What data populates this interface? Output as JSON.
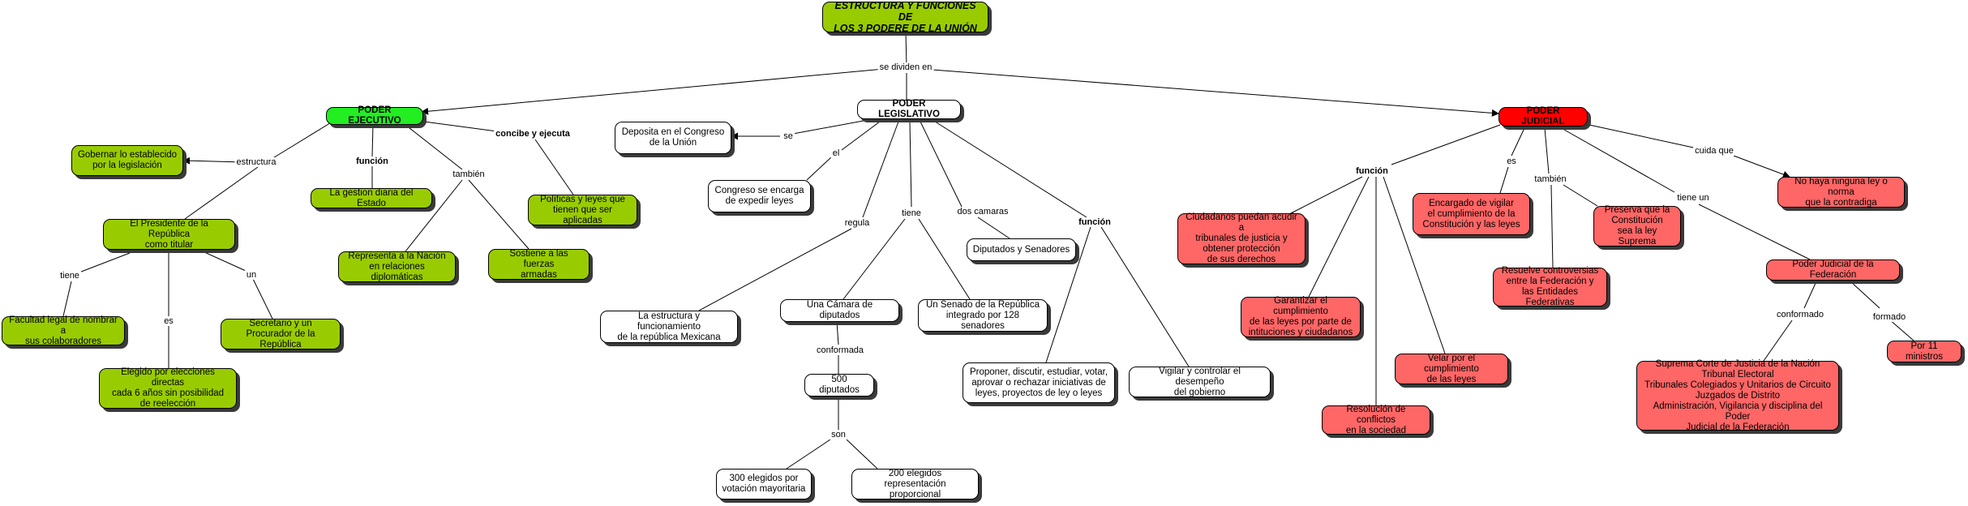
{
  "title": "ESTRUCTURA Y FUNCIONES DE\nLOS 3 PODERE DE LA UNIÓN",
  "colors": {
    "ejecutivo": "#99cc00",
    "ejecutivo_head": "#22ee22",
    "legislativo": "#ffffff",
    "judicial": "#ff6666",
    "judicial_head": "#ff0000"
  },
  "nodes": {
    "ejecutivo": "PODER EJECUTIVO",
    "legislativo": "PODER LEGISLATIVO",
    "judicial": "PODER JUDICIAL",
    "gobernar": "Gobernar lo establecido\npor la legislación",
    "gestion": "La gestion diaria del Estado",
    "presidente": "El Presidente de la República\ncomo titular",
    "politicas": "Políticas y leyes que\ntienen que ser aplicadas",
    "representa": "Representa a la Nación\nen relaciones diplomáticas",
    "sostiene": "Sostiene a las fuerzas\narmadas",
    "facultad": "Facultad legal de nombrar a\nsus colaboradores",
    "elegido": "Elegido por elecciones directas\ncada 6 años sin posibilidad\nde reelección",
    "secretario": "Secretario y un\nProcurador de la República",
    "deposita": "Deposita en el Congreso\nde la Unión",
    "congreso": "Congreso se encarga\nde expedir leyes",
    "diputados_senadores": "Diputados y Senadores",
    "estructura_rep": "La estructura y funcionamiento\nde la república Mexicana",
    "camara": "Una Cámara de diputados",
    "senado": "Un Senado de la República\nintegrado por 128 senadores",
    "quinientos": "500 diputados",
    "trescientos": "300 elegidos por\nvotación mayoritaria",
    "doscientos": "200 elegidos representación\nproporcional",
    "proponer": "Proponer, discutir, estudiar, votar,\naprovar o rechazar iniciativas de\nleyes, proyectos de ley o leyes",
    "vigilar_gob": "Vigilar y controlar el desempeño\ndel gobierno",
    "ciudadanos": "Ciudadanos puedan acudir a\ntribunales de justicia y\nobtener protección\nde sus derechos",
    "garantizar": "Garantizar el cumplimiento\nde las leyes por parte de\nintituciones y ciudadanos",
    "resolucion": "Resolución de conflictos\nen la sociedad",
    "velar": "Velar por el cumplimiento\nde las leyes",
    "encargado": "Encargado de vigilar\nel cumplimiento de la\nConstitución y las leyes",
    "resuelve": "Resuelve controversias\nentre la Federación y\nlas Entidades Federativas",
    "preserva": "Preserva que la\nConstitución\nsea la ley Suprema",
    "no_haya": "No haya ninguna ley o norma\nque la contradiga",
    "pj_federacion": "Poder Judicial de la Federación",
    "suprema": "Suprema Corte de Justicia de la Nación\nTribunal Electoral\nTribunales Colegiados y Unitarios de Circuito\nJuzgados de Distrito\nAdministración, Vigilancia y disciplina del Poder\nJudicial de la Federación",
    "once": "Por 11 ministros"
  },
  "labels": {
    "se_dividen_en": "se dividen en",
    "estructura": "estructura",
    "funcion_ej": "función",
    "tambien_ej": "también",
    "concibe": "concibe y ejecuta",
    "tiene_ej": "tiene",
    "es_ej": "es",
    "un_ej": "un",
    "se": "se",
    "el": "el",
    "regula": "regula",
    "tiene_leg": "tiene",
    "dos_camaras": "dos camaras",
    "funcion_leg": "función",
    "conformada": "conformada",
    "son": "son",
    "funcion_jud": "función",
    "es_jud": "es",
    "tambien_jud": "también",
    "tiene_un": "tiene un",
    "cuida_que": "cuida que",
    "conformado": "conformado",
    "formado": "formado"
  }
}
